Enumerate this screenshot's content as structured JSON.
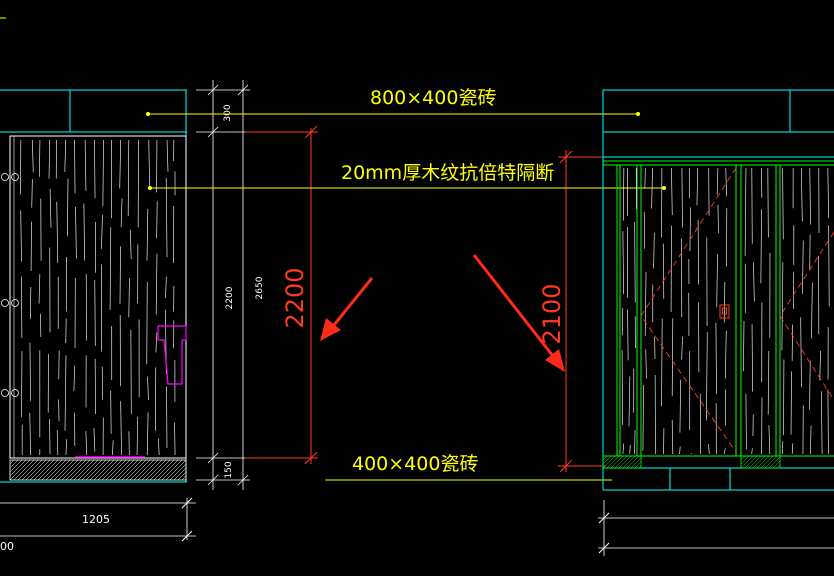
{
  "drawing": {
    "colors": {
      "background": "#000000",
      "cyan": "#00ffff",
      "green": "#00ff00",
      "yellow": "#ffff00",
      "white": "#ffffff",
      "red_dim": "#ff3b1f",
      "magenta": "#ff00ff",
      "arrow": "#ff2a1a"
    },
    "labels": {
      "tile_wall": "800×400瓷砖",
      "partition": "20mm厚木纹抗倍特隔断",
      "tile_floor": "400×400瓷砖"
    },
    "dimensions": {
      "top_gap": "300",
      "height_inner": "2200",
      "height_total": "2650",
      "base": "150",
      "door_left": "2200",
      "door_right": "2100",
      "width_bottom": "1205",
      "edge_partial": "00"
    },
    "annotations": {
      "arrow_count": 2
    }
  }
}
